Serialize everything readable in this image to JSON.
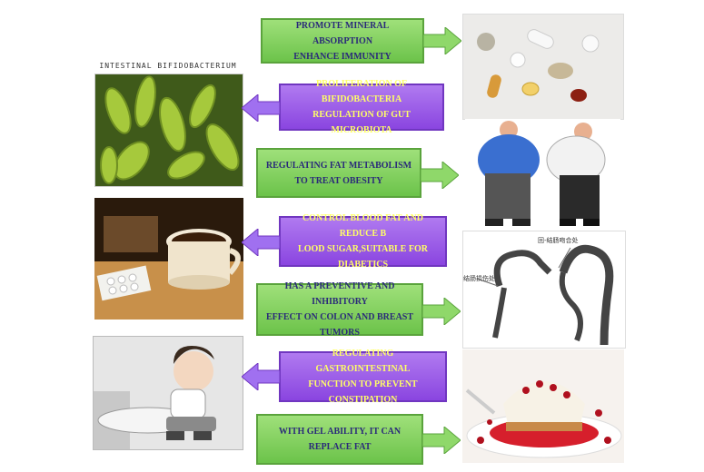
{
  "panels": [
    {
      "side": "right",
      "color": "green",
      "lines": [
        "PROMOTE MINERAL ABSORPTION",
        "ENHANCE IMMUNITY"
      ]
    },
    {
      "side": "left",
      "color": "purple",
      "lines": [
        "PROLIFERATION OF BIFIDOBACTERIA",
        "REGULATION OF GUT MICROBIOTA"
      ]
    },
    {
      "side": "right",
      "color": "green",
      "lines": [
        "REGULATING FAT METABOLISM",
        "TO TREAT OBESITY"
      ]
    },
    {
      "side": "left",
      "color": "purple",
      "lines": [
        "CONTROL BLOOD FAT AND REDUCE B",
        "LOOD SUGAR,SUITABLE FOR DIABETICS"
      ]
    },
    {
      "side": "right",
      "color": "green",
      "lines": [
        "HAS A PREVENTIVE AND INHIBITORY",
        "EFFECT ON COLON AND BREAST TUMORS"
      ]
    },
    {
      "side": "left",
      "color": "purple",
      "lines": [
        "REGULATING GASTROINTESTINAL",
        "FUNCTION TO PREVENT CONSTIPATION"
      ]
    },
    {
      "side": "right",
      "color": "green",
      "lines": [
        "WITH GEL ABILITY, IT CAN REPLACE FAT"
      ]
    }
  ],
  "images": {
    "bacteria_caption": "INTESTINAL BIFIDOBACTERIUM",
    "colon_label_1": "回-结肠吻合处",
    "colon_label_2": "结肠损伤处"
  },
  "colors": {
    "green": "#7ed05a",
    "purple": "#9b59e6",
    "arrow_green": "#8fd86a",
    "arrow_purple": "#a070f0"
  }
}
